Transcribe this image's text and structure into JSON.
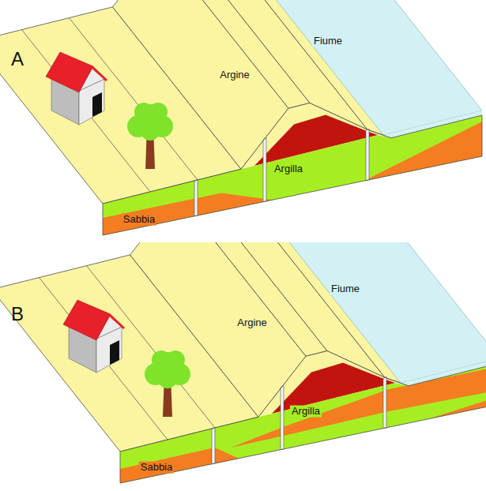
{
  "diagram": {
    "labels": [
      "A",
      "Argine",
      "Fiume",
      "Argilla",
      "Sabbia",
      "B",
      "Argine",
      "Fiume",
      "Argilla",
      "Sabbia"
    ]
  }
}
